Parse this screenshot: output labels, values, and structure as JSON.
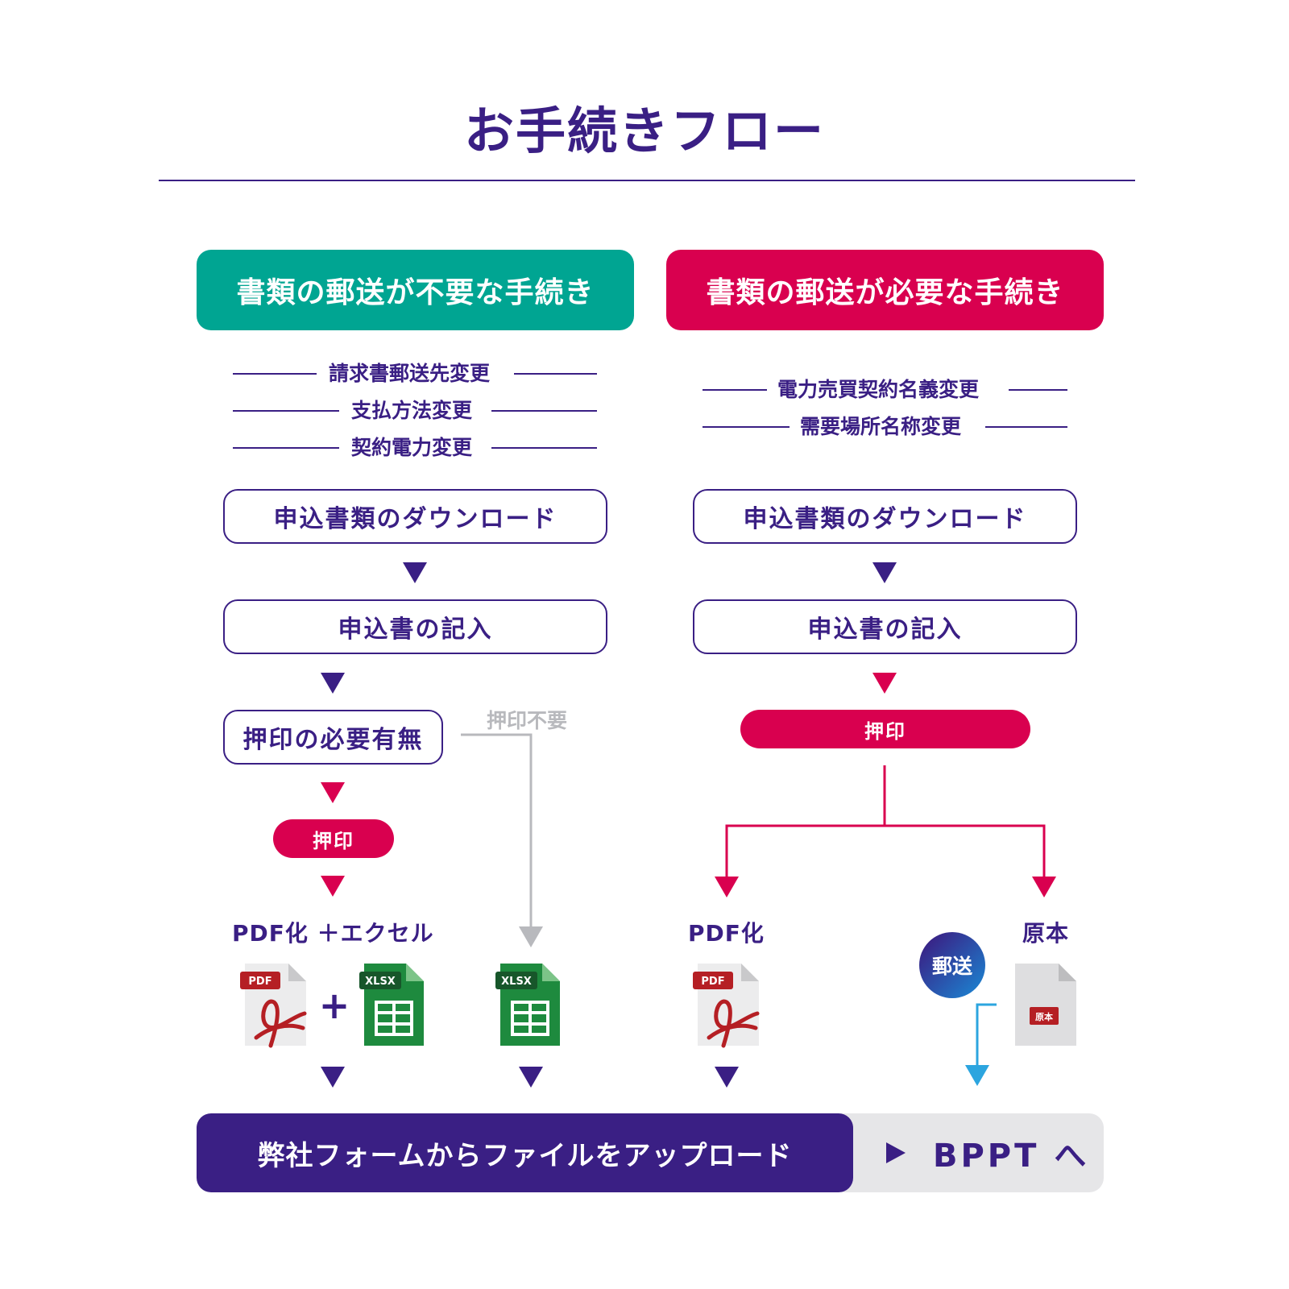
{
  "title": "お手続きフロー",
  "left": {
    "header": "書類の郵送が不要な手続き",
    "categories": [
      "請求書郵送先変更",
      "支払方法変更",
      "契約電力変更"
    ],
    "steps": {
      "download": "申込書類のダウンロード",
      "fill": "申込書の記入",
      "stamp_check": "押印の必要有無",
      "stamp_not_needed": "押印不要",
      "stamp": "押印",
      "output_label": "PDF化 ＋エクセル"
    }
  },
  "right": {
    "header": "書類の郵送が必要な手続き",
    "categories": [
      "電力売買契約名義変更",
      "需要場所名称変更"
    ],
    "steps": {
      "download": "申込書類のダウンロード",
      "fill": "申込書の記入",
      "stamp": "押印",
      "pdf_label": "PDF化",
      "original_label": "原本",
      "mail": "郵送"
    }
  },
  "icons": {
    "pdf_tag": "PDF",
    "xlsx_tag": "XLSX",
    "original_tag": "原本"
  },
  "footer": {
    "upload": "弊社フォームからファイルをアップロード",
    "bppt": "BPPT へ"
  },
  "colors": {
    "navy": "#3a1f84",
    "green": "#00a592",
    "red": "#d9004f",
    "gray": "#b8b9bd",
    "blue": "#2ca5df"
  }
}
